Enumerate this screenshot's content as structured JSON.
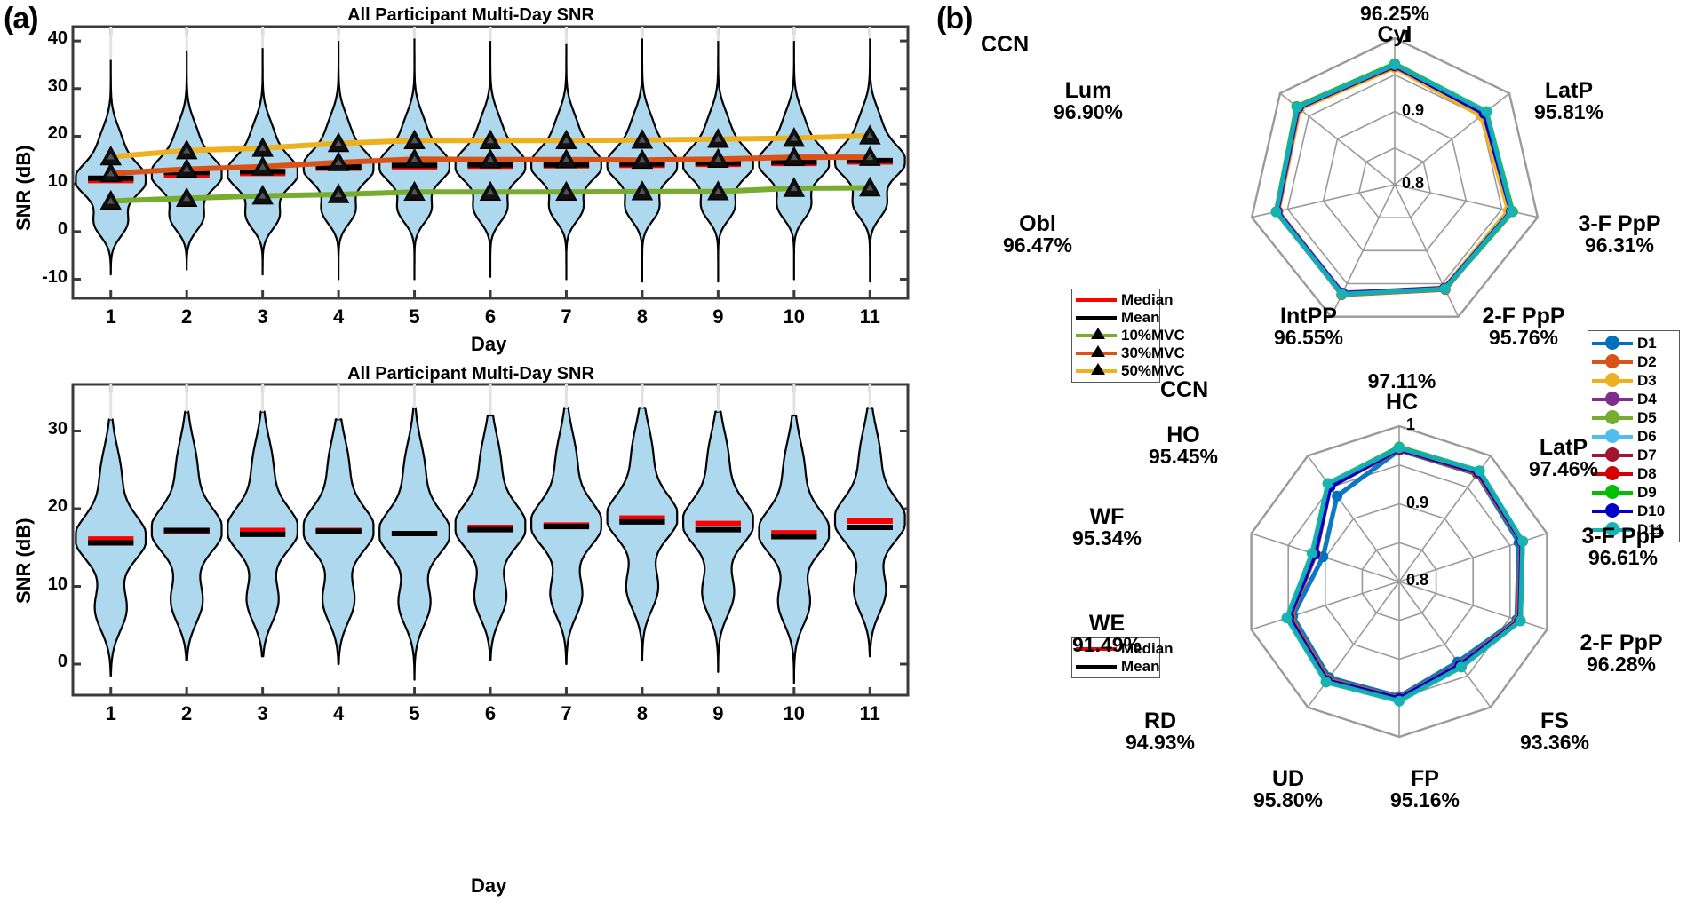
{
  "panels": {
    "a": "(a)",
    "b": "(b)"
  },
  "violin_top": {
    "title": "All Participant Multi-Day SNR",
    "xlabel": "Day",
    "ylabel": "SNR (dB)",
    "yticks": [
      "40",
      "30",
      "20",
      "10",
      "0",
      "-10"
    ],
    "xticks": [
      "1",
      "2",
      "3",
      "4",
      "5",
      "6",
      "7",
      "8",
      "9",
      "10",
      "11"
    ],
    "legend": [
      {
        "label": "Median",
        "color": "#ff0000",
        "marker": "none"
      },
      {
        "label": "Mean",
        "color": "#000000",
        "marker": "none"
      },
      {
        "label": "10%MVC",
        "color": "#77ac30",
        "marker": "triangle"
      },
      {
        "label": "30%MVC",
        "color": "#d95319",
        "marker": "triangle"
      },
      {
        "label": "50%MVC",
        "color": "#edb120",
        "marker": "triangle"
      }
    ]
  },
  "violin_bottom": {
    "title": "All Participant Multi-Day SNR",
    "xlabel": "Day",
    "ylabel": "SNR (dB)",
    "yticks": [
      "30",
      "20",
      "10",
      "0"
    ],
    "xticks": [
      "1",
      "2",
      "3",
      "4",
      "5",
      "6",
      "7",
      "8",
      "9",
      "10",
      "11"
    ],
    "legend": [
      {
        "label": "Median",
        "color": "#ff0000"
      },
      {
        "label": "Mean",
        "color": "#000000"
      }
    ]
  },
  "radar_legend": [
    {
      "label": "D1",
      "color": "#0072bd"
    },
    {
      "label": "D2",
      "color": "#d95319"
    },
    {
      "label": "D3",
      "color": "#edb120"
    },
    {
      "label": "D4",
      "color": "#7e2f8e"
    },
    {
      "label": "D5",
      "color": "#77ac30"
    },
    {
      "label": "D6",
      "color": "#4dbeee"
    },
    {
      "label": "D7",
      "color": "#a2142f"
    },
    {
      "label": "D8",
      "color": "#d40000"
    },
    {
      "label": "D9",
      "color": "#00bf00"
    },
    {
      "label": "D10",
      "color": "#0000c8"
    },
    {
      "label": "D11",
      "color": "#17b3b3"
    }
  ],
  "radar_top": {
    "caption": "CCN",
    "rticks": [
      "0.8",
      "0.9",
      "1"
    ],
    "axes": [
      {
        "name": "Cyl",
        "pct": "96.25%"
      },
      {
        "name": "LatP",
        "pct": "95.81%"
      },
      {
        "name": "3-F PpP",
        "pct": "96.31%"
      },
      {
        "name": "2-F PpP",
        "pct": "95.76%"
      },
      {
        "name": "IntPP",
        "pct": "96.55%"
      },
      {
        "name": "Obl",
        "pct": "96.47%"
      },
      {
        "name": "Lum",
        "pct": "96.90%"
      }
    ]
  },
  "radar_bottom": {
    "caption": "CCN",
    "rticks": [
      "0.8",
      "0.9",
      "1"
    ],
    "axes": [
      {
        "name": "HC",
        "pct": "97.11%"
      },
      {
        "name": "LatP",
        "pct": "97.46%"
      },
      {
        "name": "3-F PpP",
        "pct": "96.61%"
      },
      {
        "name": "2-F PpP",
        "pct": "96.28%"
      },
      {
        "name": "FS",
        "pct": "93.36%"
      },
      {
        "name": "FP",
        "pct": "95.16%"
      },
      {
        "name": "UD",
        "pct": "95.80%"
      },
      {
        "name": "RD",
        "pct": "94.93%"
      },
      {
        "name": "WE",
        "pct": "91.49%"
      },
      {
        "name": "WF",
        "pct": "95.34%"
      },
      {
        "name": "HO",
        "pct": "95.45%"
      }
    ]
  },
  "chart_data": [
    {
      "type": "violin",
      "id": "violin-top",
      "title": "All Participant Multi-Day SNR",
      "xlabel": "Day",
      "ylabel": "SNR (dB)",
      "categories": [
        "1",
        "2",
        "3",
        "4",
        "5",
        "6",
        "7",
        "8",
        "9",
        "10",
        "11"
      ],
      "ylim": [
        -14,
        43
      ],
      "yticks": [
        -10,
        0,
        10,
        20,
        30,
        40
      ],
      "grid": false,
      "legend_position": "right-outside",
      "series": [
        {
          "name": "Median",
          "color": "#ff0000",
          "values": [
            10.7,
            11.9,
            12.2,
            13.3,
            13.6,
            13.7,
            13.8,
            13.9,
            14.1,
            14.3,
            14.6
          ]
        },
        {
          "name": "Mean",
          "color": "#000000",
          "values": [
            11.2,
            12.4,
            12.6,
            13.6,
            13.9,
            14.0,
            14.0,
            14.2,
            14.4,
            14.6,
            14.9
          ]
        },
        {
          "name": "10%MVC",
          "color": "#77ac30",
          "marker": "triangle",
          "values": [
            6.4,
            7.0,
            7.5,
            7.8,
            8.3,
            8.3,
            8.3,
            8.4,
            8.4,
            9.1,
            9.2
          ]
        },
        {
          "name": "30%MVC",
          "color": "#d95319",
          "marker": "triangle",
          "values": [
            12.2,
            13.1,
            13.6,
            14.5,
            15.2,
            15.1,
            15.1,
            15.0,
            15.2,
            15.6,
            15.6
          ]
        },
        {
          "name": "50%MVC",
          "color": "#edb120",
          "marker": "triangle",
          "values": [
            15.7,
            17.0,
            17.5,
            18.5,
            19.1,
            19.1,
            19.1,
            19.2,
            19.4,
            19.6,
            20.1
          ]
        }
      ],
      "violin_peaks": [
        36,
        38,
        38.5,
        40,
        40.5,
        40,
        39.5,
        40.5,
        40,
        40,
        40.5
      ],
      "violin_mins": [
        -9,
        -8,
        -9,
        -10,
        -10,
        -9.5,
        -10,
        -10.5,
        -10.5,
        -10,
        -10.5
      ]
    },
    {
      "type": "violin",
      "id": "violin-bottom",
      "title": "All Participant Multi-Day SNR",
      "xlabel": "Day",
      "ylabel": "SNR (dB)",
      "categories": [
        "1",
        "2",
        "3",
        "4",
        "5",
        "6",
        "7",
        "8",
        "9",
        "10",
        "11"
      ],
      "ylim": [
        -4,
        36
      ],
      "yticks": [
        0,
        10,
        20,
        30
      ],
      "grid": false,
      "legend_position": "right-outside",
      "series": [
        {
          "name": "Median",
          "color": "#ff0000",
          "values": [
            16.1,
            17.1,
            17.2,
            17.2,
            16.8,
            17.6,
            17.9,
            18.8,
            18.1,
            16.9,
            18.4
          ]
        },
        {
          "name": "Mean",
          "color": "#000000",
          "values": [
            15.6,
            17.2,
            16.7,
            17.1,
            16.8,
            17.3,
            17.7,
            18.3,
            17.3,
            16.4,
            17.6
          ]
        }
      ],
      "violin_peaks": [
        31.5,
        32.5,
        32.5,
        31.5,
        33,
        32,
        33,
        33,
        32.5,
        32,
        33
      ],
      "violin_mins": [
        -1.5,
        0.5,
        1,
        0,
        -2,
        0.5,
        0,
        0.5,
        -1,
        -2.5,
        1
      ]
    },
    {
      "type": "radar",
      "id": "radar-top",
      "title": "CCN",
      "axes": [
        "Cyl",
        "LatP",
        "3-F PpP",
        "2-F PpP",
        "IntPP",
        "Obl",
        "Lum"
      ],
      "axis_means_pct": [
        96.25,
        95.81,
        96.31,
        95.76,
        96.55,
        96.47,
        96.9
      ],
      "rlim": [
        0.8,
        1.0
      ],
      "rticks": [
        0.8,
        0.9,
        1.0
      ],
      "legend_position": "right-outside",
      "series": [
        {
          "name": "D1",
          "color": "#0072bd",
          "values": [
            0.962,
            0.957,
            0.963,
            0.958,
            0.966,
            0.965,
            0.969
          ]
        },
        {
          "name": "D2",
          "color": "#d95319",
          "values": [
            0.961,
            0.956,
            0.962,
            0.959,
            0.967,
            0.964,
            0.968
          ]
        },
        {
          "name": "D3",
          "color": "#edb120",
          "values": [
            0.96,
            0.951,
            0.959,
            0.956,
            0.965,
            0.963,
            0.966
          ]
        },
        {
          "name": "D4",
          "color": "#7e2f8e",
          "values": [
            0.963,
            0.96,
            0.964,
            0.957,
            0.964,
            0.964,
            0.968
          ]
        },
        {
          "name": "D5",
          "color": "#77ac30",
          "values": [
            0.965,
            0.96,
            0.964,
            0.958,
            0.966,
            0.966,
            0.971
          ]
        },
        {
          "name": "D6",
          "color": "#4dbeee",
          "values": [
            0.963,
            0.957,
            0.963,
            0.957,
            0.965,
            0.965,
            0.969
          ]
        },
        {
          "name": "D7",
          "color": "#a2142f",
          "values": [
            0.962,
            0.958,
            0.965,
            0.958,
            0.966,
            0.966,
            0.97
          ]
        },
        {
          "name": "D8",
          "color": "#d40000",
          "values": [
            0.962,
            0.957,
            0.964,
            0.957,
            0.966,
            0.965,
            0.969
          ]
        },
        {
          "name": "D9",
          "color": "#00bf00",
          "values": [
            0.965,
            0.96,
            0.965,
            0.958,
            0.966,
            0.966,
            0.971
          ]
        },
        {
          "name": "D10",
          "color": "#0000c8",
          "values": [
            0.963,
            0.956,
            0.963,
            0.957,
            0.965,
            0.965,
            0.969
          ]
        },
        {
          "name": "D11",
          "color": "#17b3b3",
          "values": [
            0.964,
            0.96,
            0.964,
            0.958,
            0.966,
            0.966,
            0.97
          ]
        }
      ]
    },
    {
      "type": "radar",
      "id": "radar-bottom",
      "title": "CCN",
      "axes": [
        "HC",
        "LatP",
        "3-F PpP",
        "2-F PpP",
        "FS",
        "FP",
        "UD",
        "RD",
        "WE",
        "WF"
      ],
      "axis_means_pct": [
        97.11,
        97.46,
        96.61,
        96.28,
        93.36,
        95.16,
        95.8,
        94.93,
        91.49,
        95.34
      ],
      "extra_axis": {
        "name": "HO",
        "pct": 95.45
      },
      "rlim": [
        0.8,
        1.0
      ],
      "rticks": [
        0.8,
        0.9,
        1.0
      ],
      "legend_position": "right-outside",
      "series": [
        {
          "name": "D1",
          "color": "#0072bd",
          "values": [
            0.969,
            0.971,
            0.962,
            0.959,
            0.928,
            0.948,
            0.953,
            0.944,
            0.903,
            0.936,
            0.941
          ]
        },
        {
          "name": "D2",
          "color": "#d95319",
          "values": [
            0.97,
            0.972,
            0.965,
            0.961,
            0.932,
            0.95,
            0.956,
            0.947,
            0.913,
            0.951,
            0.953
          ]
        },
        {
          "name": "D3",
          "color": "#edb120",
          "values": [
            0.971,
            0.974,
            0.966,
            0.963,
            0.934,
            0.952,
            0.958,
            0.949,
            0.915,
            0.953,
            0.954
          ]
        },
        {
          "name": "D4",
          "color": "#7e2f8e",
          "values": [
            0.971,
            0.975,
            0.966,
            0.963,
            0.934,
            0.951,
            0.958,
            0.949,
            0.916,
            0.956,
            0.955
          ]
        },
        {
          "name": "D5",
          "color": "#77ac30",
          "values": [
            0.973,
            0.976,
            0.967,
            0.964,
            0.935,
            0.953,
            0.96,
            0.951,
            0.917,
            0.955,
            0.956
          ]
        },
        {
          "name": "D6",
          "color": "#4dbeee",
          "values": [
            0.971,
            0.975,
            0.966,
            0.963,
            0.934,
            0.952,
            0.958,
            0.95,
            0.916,
            0.954,
            0.955
          ]
        },
        {
          "name": "D7",
          "color": "#a2142f",
          "values": [
            0.97,
            0.973,
            0.967,
            0.963,
            0.936,
            0.953,
            0.959,
            0.95,
            0.915,
            0.953,
            0.954
          ]
        },
        {
          "name": "D8",
          "color": "#d40000",
          "values": [
            0.97,
            0.973,
            0.966,
            0.963,
            0.934,
            0.951,
            0.958,
            0.949,
            0.915,
            0.952,
            0.953
          ]
        },
        {
          "name": "D9",
          "color": "#00bf00",
          "values": [
            0.973,
            0.976,
            0.967,
            0.964,
            0.935,
            0.953,
            0.96,
            0.951,
            0.917,
            0.956,
            0.957
          ]
        },
        {
          "name": "D10",
          "color": "#0000c8",
          "values": [
            0.971,
            0.974,
            0.966,
            0.963,
            0.933,
            0.951,
            0.958,
            0.949,
            0.914,
            0.951,
            0.95
          ]
        },
        {
          "name": "D11",
          "color": "#17b3b3",
          "values": [
            0.972,
            0.976,
            0.967,
            0.964,
            0.936,
            0.954,
            0.96,
            0.952,
            0.918,
            0.956,
            0.957
          ]
        }
      ]
    }
  ]
}
